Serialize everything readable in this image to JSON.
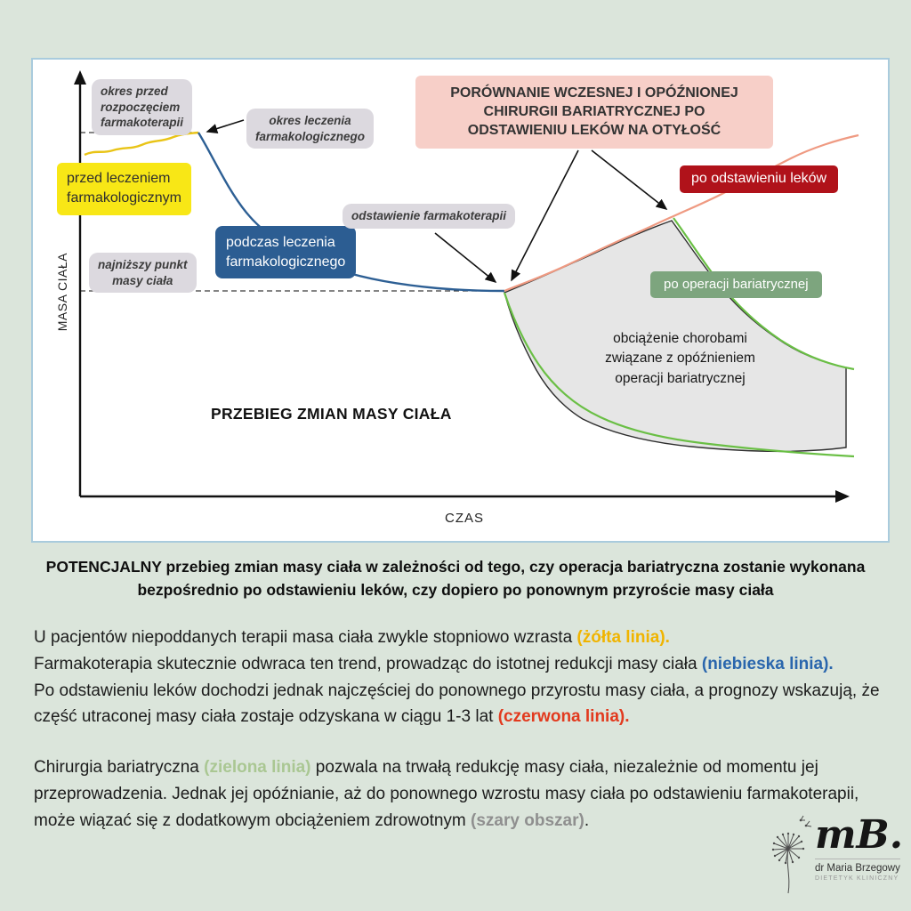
{
  "chart": {
    "comparison_title": "PORÓWNANIE WCZESNEJ I OPÓŹNIONEJ\nCHIRURGII BARIATRYCZNEJ PO\nODSTAWIENIU LEKÓW NA OTYŁOŚĆ",
    "inner_title": "PRZEBIEG ZMIAN MASY CIAŁA",
    "y_axis": "MASA CIAŁA",
    "x_axis": "CZAS",
    "labels": {
      "okres_przed": "okres przed\nrozpoczęciem\nfarmakoterapii",
      "okres_leczenia": "okres leczenia\nfarmakologicznego",
      "przed_leczeniem": "przed leczeniem\nfarmakologicznym",
      "podczas_leczenia": "podczas leczenia\nfarmakologicznego",
      "odstawienie": "odstawienie farmakoterapii",
      "najnizszy_punkt": "najniższy punkt\nmasy ciała",
      "po_odstawieniu": "po odstawieniu leków",
      "po_operacji": "po operacji bariatrycznej",
      "obciazenie": "obciążenie chorobami\nzwiązane z opóźnieniem\noperacji bariatrycznej"
    }
  },
  "caption": "POTENCJALNY przebieg zmian masy ciała w zależności od tego, czy operacja bariatryczna zostanie wykonana\nbezpośrednio po odstawieniu leków, czy dopiero po ponownym przyroście masy ciała",
  "body": {
    "p1_s1": "U pacjentów niepoddanych terapii masa ciała zwykle stopniowo wzrasta ",
    "p1_h1": "(żółta linia).",
    "p1_s2": "Farmakoterapia skutecznie odwraca ten trend, prowadząc do istotnej redukcji masy ciała ",
    "p1_h2": "(niebieska linia).",
    "p1_s3": "Po odstawieniu leków dochodzi jednak najczęściej do ponownego przyrostu masy ciała, a prognozy wskazują, że część utraconej masy ciała zostaje odzyskana w ciągu 1-3 lat ",
    "p1_h3": "(czerwona linia).",
    "p2_s1": "Chirurgia bariatryczna ",
    "p2_h1": "(zielona linia)",
    "p2_s2": " pozwala na trwałą redukcję masy ciała, niezależnie od momentu jej przeprowadzenia. Jednak jej opóźnianie, aż do ponownego wzrostu masy ciała po odstawieniu farmakoterapii, może wiązać się z dodatkowym obciążeniem zdrowotnym ",
    "p2_h2": "(szary obszar)",
    "p2_end": "."
  },
  "logo": {
    "monogram": "mB.",
    "name": "dr Maria Brzegowy",
    "title": "DIETETYK KLINICZNY"
  },
  "colors": {
    "yellow_line": "#e9c416",
    "blue_line": "#2d5f94",
    "red_line": "#ef9a82",
    "green_line": "#6abf45",
    "gray_area": "#e6e6e6",
    "red_box": "#b0121a",
    "green_box": "#7da57e",
    "pink_box": "#f7cfc8",
    "background": "#dbe5db"
  }
}
